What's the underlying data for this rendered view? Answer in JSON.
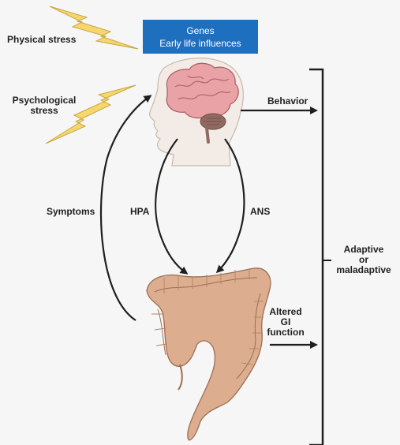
{
  "stressors": {
    "physical": "Physical stress",
    "psychological_line1": "Psychological",
    "psychological_line2": "stress"
  },
  "genes_box": {
    "line1": "Genes",
    "line2": "Early life influences",
    "color": "#1f6fbf"
  },
  "pathways": {
    "symptoms": "Symptoms",
    "hpa": "HPA",
    "ans": "ANS"
  },
  "outputs": {
    "behavior": "Behavior",
    "altered_line1": "Altered",
    "altered_line2": "GI",
    "altered_line3": "function"
  },
  "outcome": {
    "line1": "Adaptive",
    "line2": "or",
    "line3": "maladaptive"
  },
  "colors": {
    "lightning": "#f5d76e",
    "brain": "#e9a2a6",
    "colon": "#dcae8f",
    "head": "#f3ece6"
  }
}
